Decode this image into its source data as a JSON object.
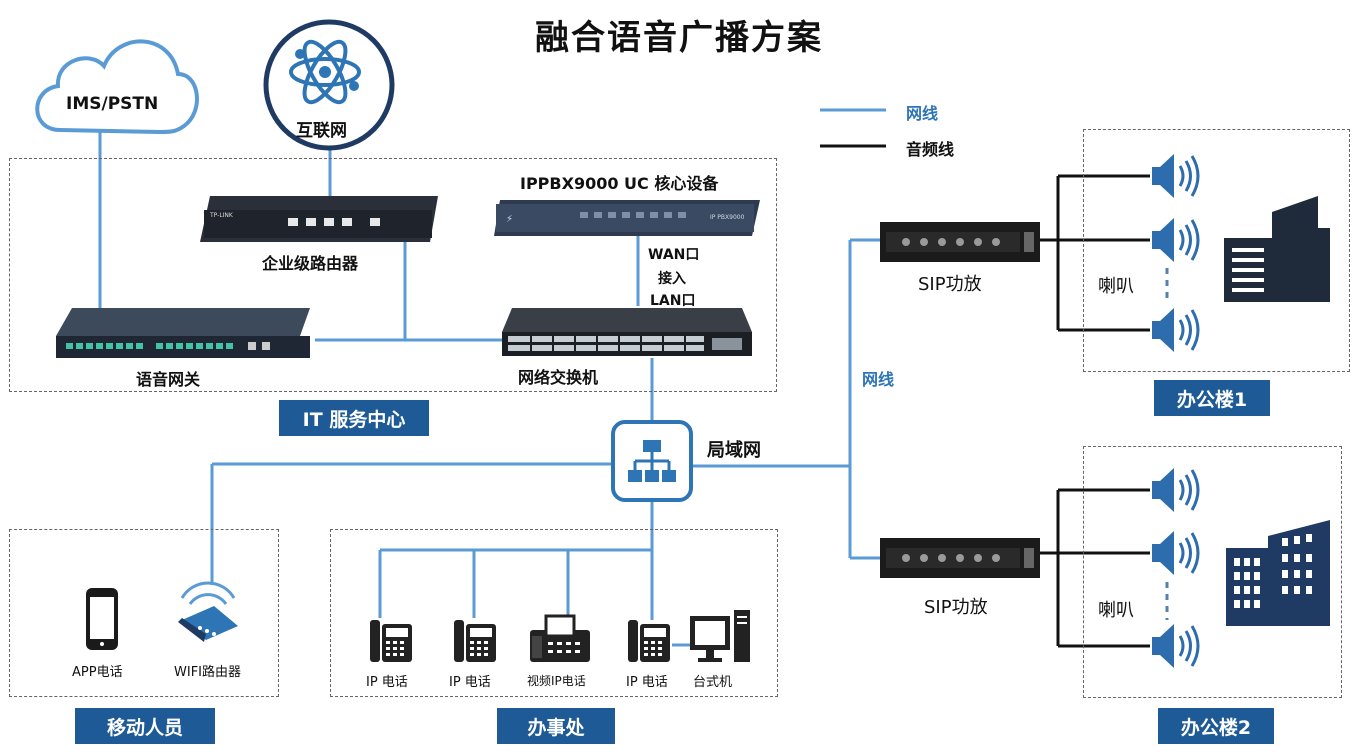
{
  "title": "融合语音广播方案",
  "legend": {
    "network": "网线",
    "audio": "音频线"
  },
  "cloud": "IMS/PSTN",
  "internet": "互联网",
  "router_brand": "TP-LINK",
  "ippbx_label": "IPPBX9000 UC 核心设备",
  "ippbx_model": "IP PBX9000",
  "router": "企业级路由器",
  "gateway": "语音网关",
  "switch": "网络交换机",
  "wan": "WAN口",
  "connect": "接入",
  "lan": "LAN口",
  "it_center": "IT 服务中心",
  "lan_net": "局域网",
  "net_wire": "网线",
  "amp1": "SIP功放",
  "amp2": "SIP功放",
  "speaker1": "喇叭",
  "speaker2": "喇叭",
  "building1": "办公楼1",
  "building2": "办公楼2",
  "mobile": {
    "banner": "移动人员",
    "app_phone": "APP电话",
    "wifi_router": "WIFI路由器"
  },
  "office": {
    "banner": "办事处",
    "phone1": "IP 电话",
    "phone2": "IP 电话",
    "video_phone": "视频IP电话",
    "phone3": "IP 电话",
    "desktop": "台式机"
  },
  "colors": {
    "network": "#5b9bd5",
    "audio": "#111111",
    "banner": "#1e5a96",
    "building": "#1f3b63"
  }
}
